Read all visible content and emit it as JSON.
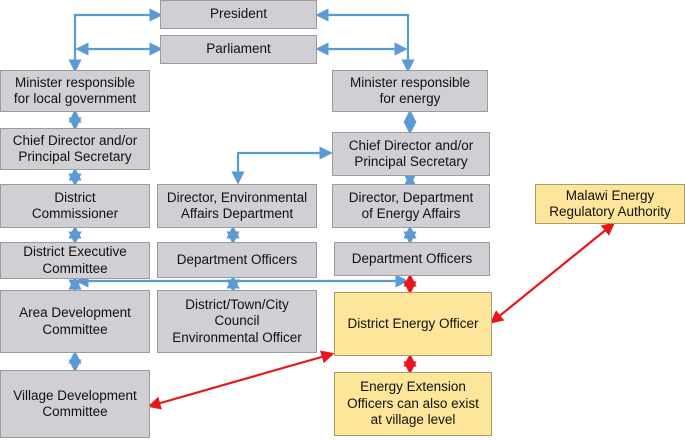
{
  "colors": {
    "box_fill": "#d0cfd3",
    "box_border": "#9b9b9f",
    "highlight_fill": "#fde59a",
    "highlight_border": "#a89b6c",
    "blue_arrow": "#5b9bd5",
    "red_arrow": "#e8161b"
  },
  "nodes": {
    "president": "President",
    "parliament": "Parliament",
    "minister_local": "Minister responsible\nfor local government",
    "minister_energy": "Minister responsible\nfor energy",
    "chief_director_local": "Chief Director and/or\nPrincipal Secretary",
    "chief_director_energy": "Chief Director  and/or\nPrincipal Secretary",
    "district_commissioner": "District\nCommissioner",
    "director_environmental": "Director, Environmental\nAffairs Department",
    "director_energy": "Director, Department\nof Energy Affairs",
    "mera": "Malawi Energy\nRegulatory Authority",
    "district_executive": "District Executive\nCommittee",
    "department_officers_env": "Department Officers",
    "department_officers_energy": "Department Officers",
    "area_development": "Area Development\nCommittee",
    "council_environmental": "District/Town/City\nCouncil\nEnvironmental Officer",
    "district_energy_officer": "District Energy Officer",
    "village_development": "Village Development\nCommittee",
    "energy_extension": "Energy Extension\nOfficers can also exist\nat village level"
  }
}
